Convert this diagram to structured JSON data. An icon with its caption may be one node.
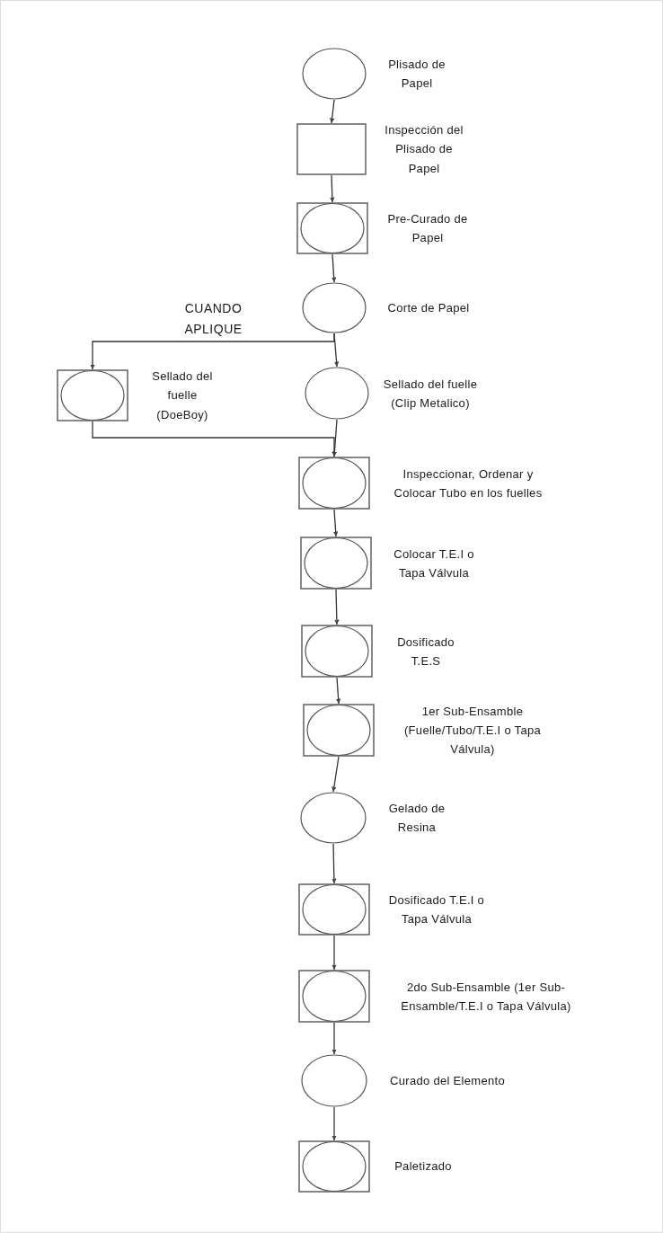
{
  "diagram": {
    "nodes": [
      {
        "text": [],
        "shape": "circle",
        "beside": [
          "Plisado de Papel"
        ]
      },
      {
        "text": [],
        "shape": "box",
        "beside": [
          "Inspección del Plisado de Papel"
        ]
      },
      {
        "text": [],
        "shape": "combined",
        "beside": [
          "Pre-Curado de Papel"
        ]
      },
      {
        "text": [],
        "shape": "circle",
        "beside": [
          "Corte de Papel"
        ]
      },
      {
        "text": [],
        "shape": "combined",
        "beside": [
          "Sellado del fuelle (DoeBoy)"
        ]
      },
      {
        "text": [],
        "shape": "circle",
        "beside": [
          "Sellado del fuelle (Clip Metalico)"
        ]
      },
      {
        "text": [],
        "shape": "combined",
        "beside": [
          "Inspeccionar, Ordenar y Colocar Tubo en los fuelles"
        ]
      },
      {
        "text": [],
        "shape": "combined",
        "beside": [
          "Colocar T.E.I o Tapa Válvula"
        ]
      },
      {
        "text": [],
        "shape": "combined",
        "beside": [
          "Dosificado T.E.S"
        ]
      },
      {
        "text": [],
        "shape": "combined",
        "beside": [
          "1er Sub-Ensamble (Fuelle/Tubo/T.E.I o Tapa Válvula)"
        ]
      },
      {
        "text": [],
        "shape": "circle",
        "beside": [
          "Gelado de Resina"
        ]
      },
      {
        "text": [],
        "shape": "combined",
        "beside": [
          "Dosificado T.E.I o Tapa Válvula"
        ]
      },
      {
        "text": [],
        "shape": "combined",
        "beside": [
          "2do Sub-Ensamble (1er Sub-Ensamble/T.E.I o Tapa Válvula)"
        ]
      },
      {
        "text": [],
        "shape": "circle",
        "beside": [
          "Curado del Elemento"
        ]
      },
      {
        "text": [],
        "shape": "combined",
        "beside": [
          "Paletizado"
        ]
      }
    ],
    "edges": [
      {
        "from": 0,
        "to": 1,
        "arrow": "to"
      },
      {
        "from": 1,
        "to": 2,
        "arrow": "to"
      },
      {
        "from": 2,
        "to": 3,
        "arrow": "to"
      },
      {
        "from": 3,
        "to": 4,
        "arrow": "to",
        "label": "CUANDO APLIQUE"
      },
      {
        "from": 3,
        "to": 5,
        "arrow": "to"
      },
      {
        "from": 4,
        "to": 6,
        "arrow": "to"
      },
      {
        "from": 5,
        "to": 6,
        "arrow": "to"
      },
      {
        "from": 6,
        "to": 7,
        "arrow": "to"
      },
      {
        "from": 7,
        "to": 8,
        "arrow": "to"
      },
      {
        "from": 8,
        "to": 9,
        "arrow": "to"
      },
      {
        "from": 9,
        "to": 10,
        "arrow": "to"
      },
      {
        "from": 10,
        "to": 11,
        "arrow": "to"
      },
      {
        "from": 11,
        "to": 12,
        "arrow": "to"
      },
      {
        "from": 12,
        "to": 13,
        "arrow": "to"
      },
      {
        "from": 13,
        "to": 14,
        "arrow": "to"
      }
    ]
  }
}
